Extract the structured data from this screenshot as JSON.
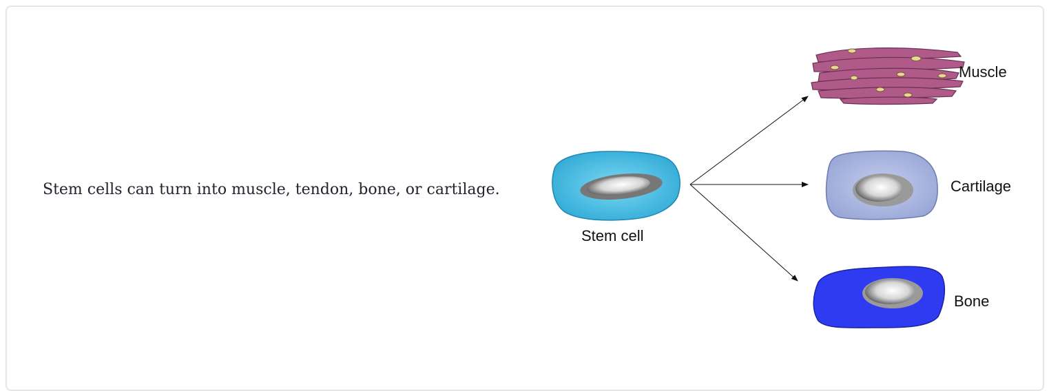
{
  "caption": "Stem cells can turn into muscle, tendon, bone, or cartilage.",
  "diagram": {
    "labels": {
      "stem_cell": "Stem cell",
      "muscle": "Muscle",
      "cartilage": "Cartilage",
      "bone": "Bone"
    },
    "colors": {
      "stem_cell": "#3cc0e6",
      "muscle": "#b05a8a",
      "cartilage": "#a8b4de",
      "bone": "#2e3bf0",
      "nucleus": "#c9c9c9",
      "arrow": "#111111"
    }
  }
}
